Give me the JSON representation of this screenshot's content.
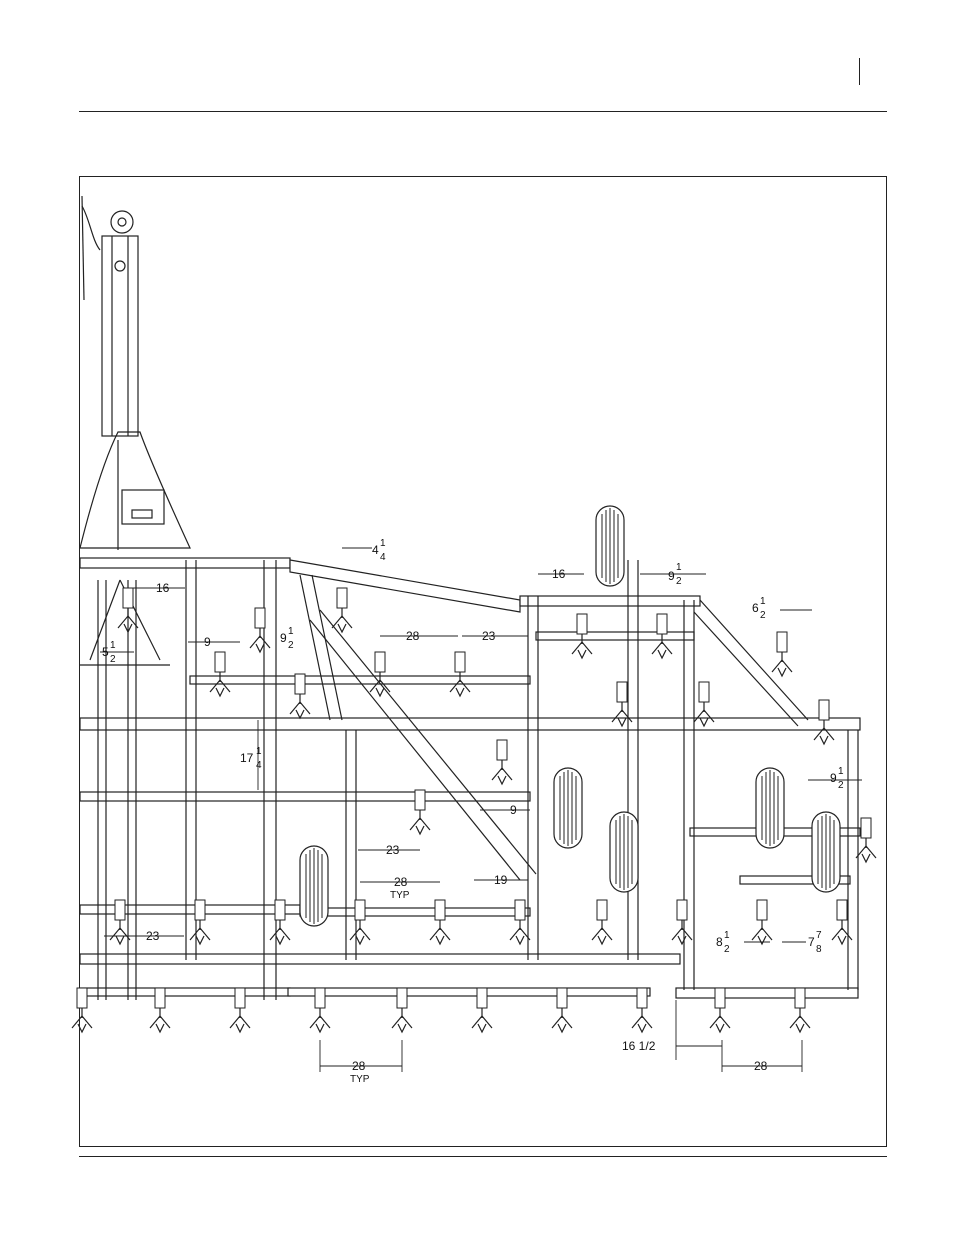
{
  "page": {
    "header_rule": true,
    "footer_rule": true
  },
  "diagram": {
    "description_type": "field cultivator frame plan view with shank spacing dimensions",
    "dimensions": {
      "d_16_a": "16",
      "d_9_a": "9",
      "d_9half_a_whole": "9",
      "d_9half_a_num": "1",
      "d_9half_a_den": "2",
      "d_4quarter_whole": "4",
      "d_4quarter_num": "1",
      "d_4quarter_den": "4",
      "d_28_a": "28",
      "d_23_a": "23",
      "d_16_b": "16",
      "d_9half_b_whole": "9",
      "d_9half_b_num": "1",
      "d_9half_b_den": "2",
      "d_6half_whole": "6",
      "d_6half_num": "1",
      "d_6half_den": "2",
      "d_5half_whole": "5",
      "d_5half_num": "1",
      "d_5half_den": "2",
      "d_17quarter_whole": "17",
      "d_17quarter_num": "1",
      "d_17quarter_den": "4",
      "d_9_b": "9",
      "d_9half_c_whole": "9",
      "d_9half_c_num": "1",
      "d_9half_c_den": "2",
      "d_23_b": "23",
      "d_28_b": "28",
      "typ_b": "TYP",
      "d_19": "19",
      "d_23_c": "23",
      "d_8half_whole": "8",
      "d_8half_num": "1",
      "d_8half_den": "2",
      "d_7eighth_whole": "7",
      "d_7eighth_num": "7",
      "d_7eighth_den": "8",
      "d_16_c": "16  1/2",
      "d_28_c": "28",
      "d_28_d": "28",
      "typ_d": "TYP"
    }
  }
}
